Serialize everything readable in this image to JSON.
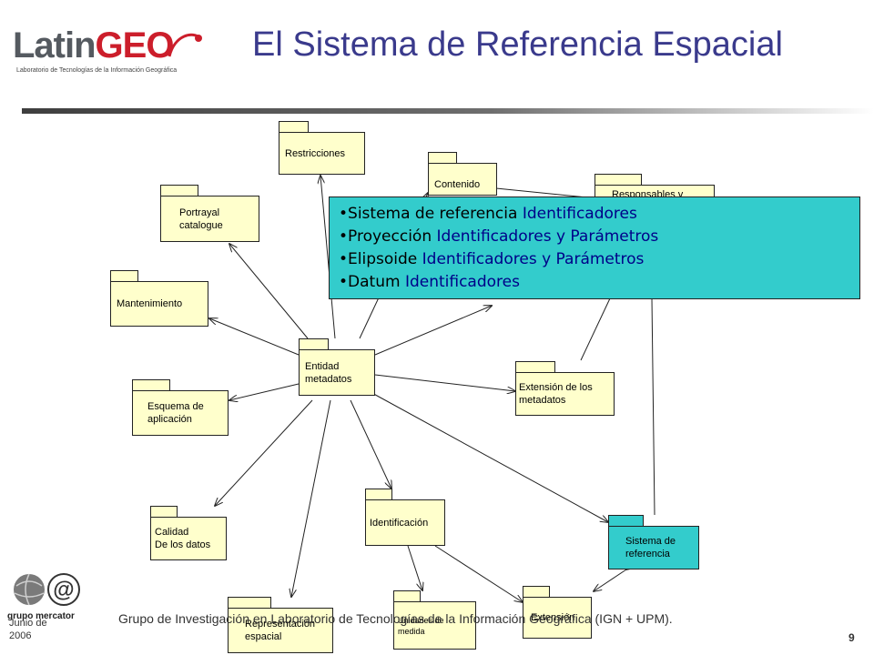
{
  "header": {
    "logo": {
      "latin": "Latin",
      "geo": "GEO",
      "tagline": "Laboratorio de Tecnologías de la Información Geográfica"
    },
    "title": "El Sistema de Referencia Espacial"
  },
  "diagram": {
    "packages": [
      {
        "id": "restricciones",
        "label": "Restricciones"
      },
      {
        "id": "contenido",
        "label": "Contenido"
      },
      {
        "id": "responsables",
        "label": "Responsables y"
      },
      {
        "id": "portrayal",
        "label": "Portrayal\ncatalogue"
      },
      {
        "id": "mantenimiento",
        "label": "Mantenimiento"
      },
      {
        "id": "entidad",
        "label": "Entidad\nmetadatos"
      },
      {
        "id": "extension-metadatos",
        "label": "Extensión de los\nmetadatos"
      },
      {
        "id": "esquema",
        "label": "Esquema de\naplicación"
      },
      {
        "id": "calidad",
        "label": "Calidad\nDe los datos"
      },
      {
        "id": "identificacion",
        "label": "Identificación"
      },
      {
        "id": "sistema-referencia",
        "label": "Sistema de\nreferencia"
      },
      {
        "id": "representacion",
        "label": "Representación\nespacial"
      },
      {
        "id": "unidades",
        "label": "Unidades de\nmedida"
      },
      {
        "id": "extension",
        "label": "Extensión"
      }
    ],
    "callout": [
      {
        "term": "Sistema de referencia",
        "type": "Identificadores"
      },
      {
        "term": "Proyección",
        "type": "Identificadores y Parámetros"
      },
      {
        "term": "Elipsoide",
        "type": "Identificadores y Parámetros"
      },
      {
        "term": "Datum",
        "type": "Identificadores"
      }
    ]
  },
  "footer": {
    "logo_text": "grupo mercator",
    "date": "Junio de\n2006",
    "text": "Grupo de Investigación en Laboratorio de Tecnologías de la Información Geográfica (IGN + UPM).",
    "page_number": "9"
  },
  "colors": {
    "title": "#3a3a8c",
    "geo_red": "#cc1e2b",
    "package_fill": "#ffffcc",
    "highlight": "#33cccc",
    "callout_type": "#000088"
  }
}
